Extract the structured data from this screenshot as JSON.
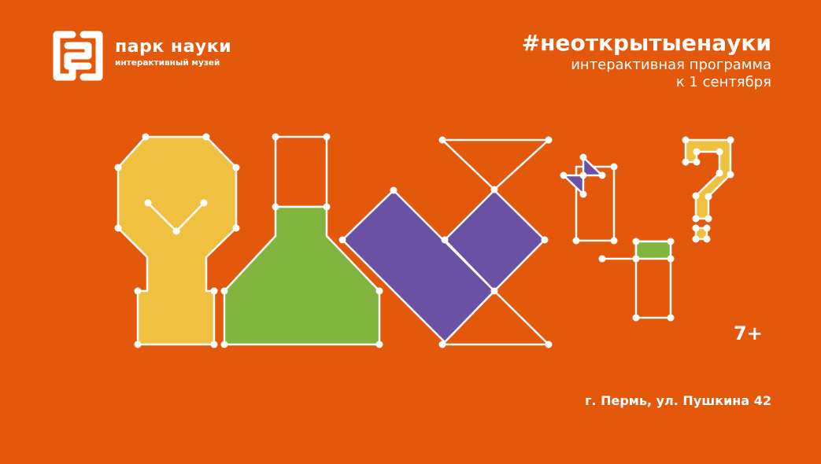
{
  "brand": {
    "name": "парк науки",
    "subtitle": "интерактивный музей"
  },
  "header": {
    "hashtag": "#неоткрытыенауки",
    "line1": "интерактивная программа",
    "line2": "к 1 сентября"
  },
  "age_rating": "7+",
  "address": "г. Пермь, ул. Пушкина 42",
  "colors": {
    "background": "#E4580C",
    "yellow": "#F0C040",
    "green": "#82B540",
    "purple": "#6A51A3"
  }
}
